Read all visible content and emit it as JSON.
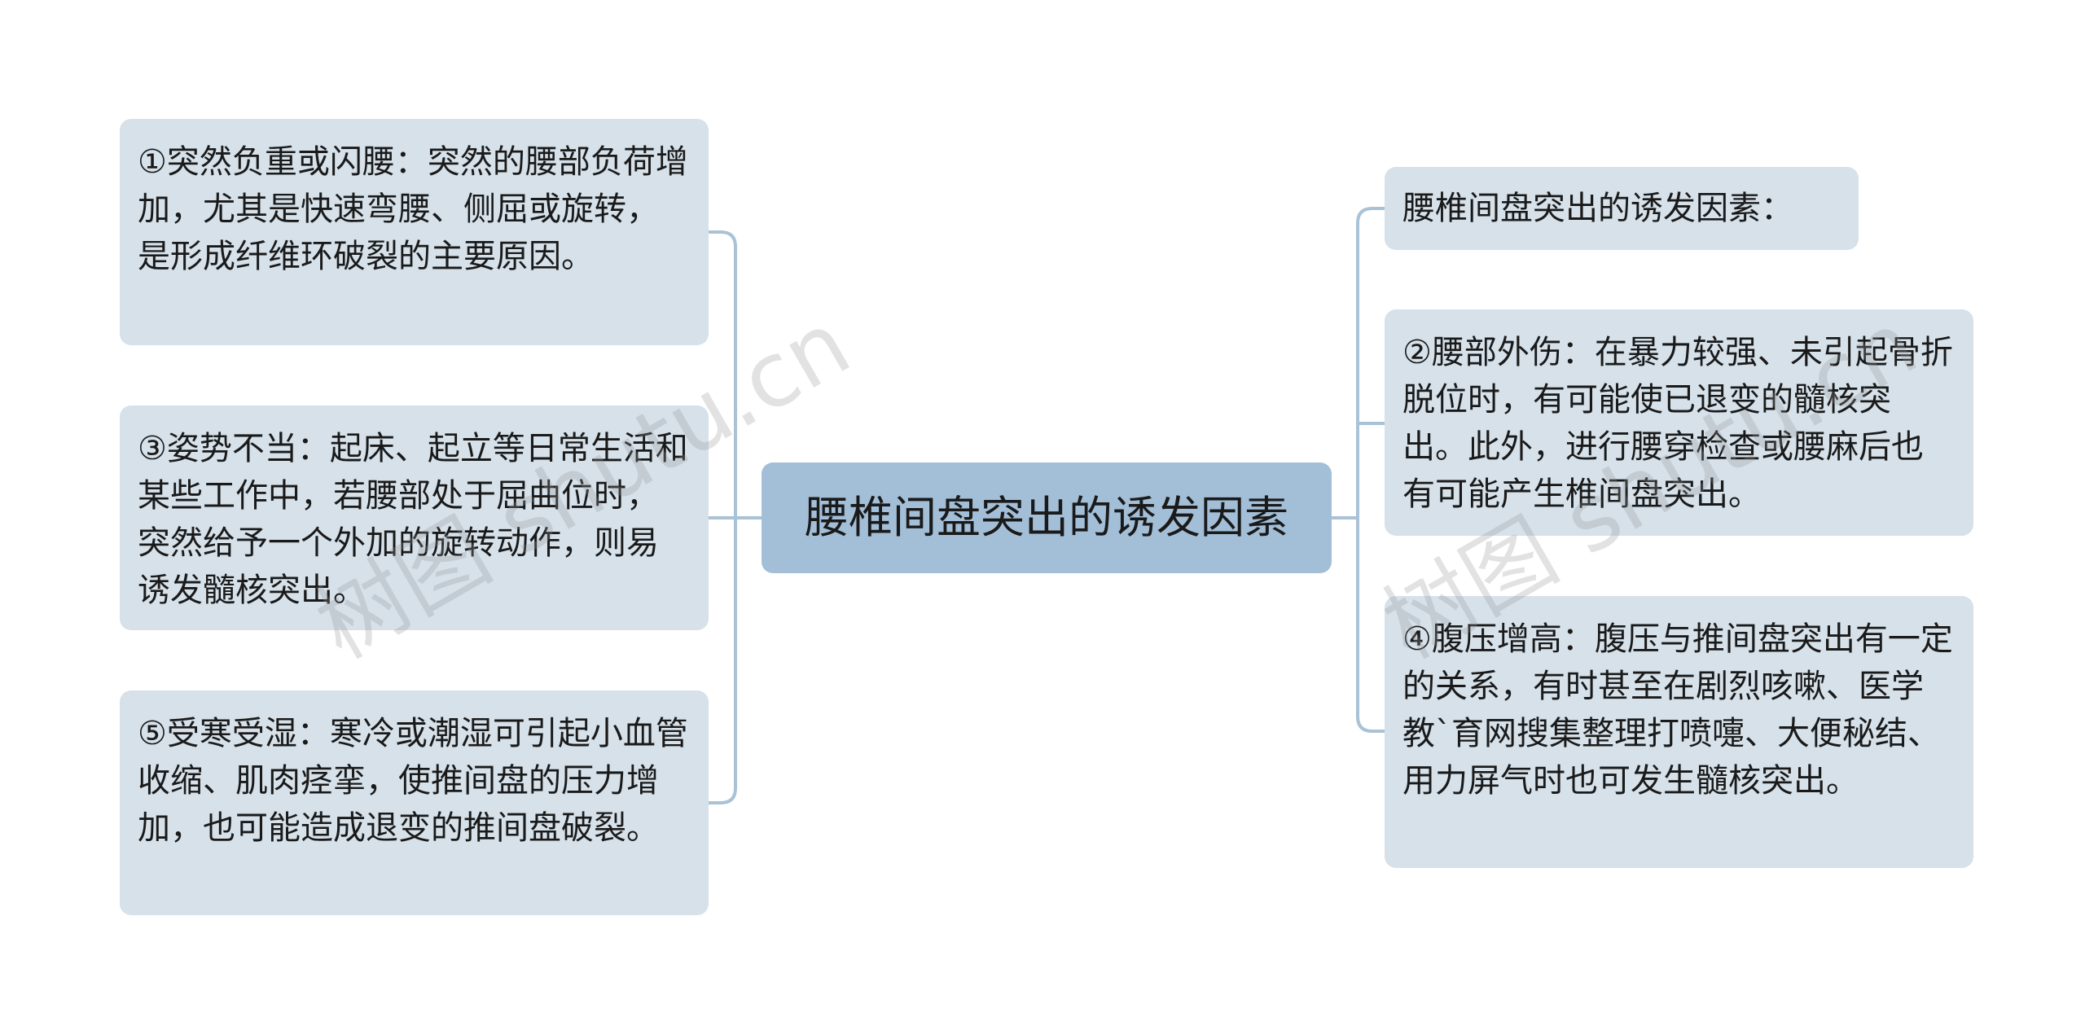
{
  "root": {
    "label": "腰椎间盘突出的诱发因素"
  },
  "left_nodes": [
    {
      "text": "①突然负重或闪腰：突然的腰部负荷增加，尤其是快速弯腰、侧屈或旋转，是形成纤维环破裂的主要原因。"
    },
    {
      "text": "③姿势不当：起床、起立等日常生活和某些工作中，若腰部处于屈曲位时，突然给予一个外加的旋转动作，则易诱发髓核突出。"
    },
    {
      "text": "⑤受寒受湿：寒冷或潮湿可引起小血管收缩、肌肉痉挛，使推间盘的压力增加，也可能造成退变的推间盘破裂。"
    }
  ],
  "right_nodes": [
    {
      "text": "腰椎间盘突出的诱发因素："
    },
    {
      "text": "②腰部外伤：在暴力较强、未引起骨折脱位时，有可能使已退变的髓核突出。此外，进行腰穿检查或腰麻后也有可能产生椎间盘突出。"
    },
    {
      "text": "④腹压增高：腹压与推间盘突出有一定的关系，有时甚至在剧烈咳嗽、医学教`育网搜集整理打喷嚏、大便秘结、用力屏气时也可发生髓核突出。"
    }
  ],
  "watermarks": [
    {
      "text": "树图 shutu.cn"
    },
    {
      "text": "树图 shutu.cn"
    }
  ],
  "colors": {
    "root_fill": "#a3bfd8",
    "node_fill": "#d6e1ea",
    "connector": "#a9c2d6",
    "text": "#1a1a1a"
  }
}
